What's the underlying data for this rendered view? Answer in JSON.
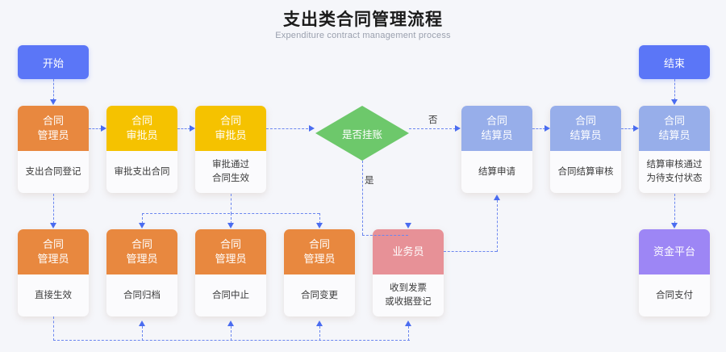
{
  "header": {
    "title": "支出类合同管理流程",
    "subtitle": "Expenditure contract management process"
  },
  "terminators": {
    "start": "开始",
    "end": "结束"
  },
  "edge_labels": {
    "no": "否",
    "yes": "是"
  },
  "decision": {
    "label": "是否挂账"
  },
  "colors": {
    "terminator": "#5b76f7",
    "orange": "#e8883f",
    "yellow": "#f5c200",
    "green": "#6dc86b",
    "blue": "#97aeea",
    "pink": "#e79197",
    "purple": "#9d86f5",
    "background": "#f5f6fa",
    "connector": "#6b86ef"
  },
  "nodes": {
    "row1": [
      {
        "role_line1": "合同",
        "role_line2": "管理员",
        "desc_line1": "支出合同登记",
        "desc_line2": ""
      },
      {
        "role_line1": "合同",
        "role_line2": "审批员",
        "desc_line1": "审批支出合同",
        "desc_line2": ""
      },
      {
        "role_line1": "合同",
        "role_line2": "审批员",
        "desc_line1": "审批通过",
        "desc_line2": "合同生效"
      },
      {
        "role_line1": "合同",
        "role_line2": "结算员",
        "desc_line1": "结算申请",
        "desc_line2": ""
      },
      {
        "role_line1": "合同",
        "role_line2": "结算员",
        "desc_line1": "合同结算审核",
        "desc_line2": ""
      },
      {
        "role_line1": "合同",
        "role_line2": "结算员",
        "desc_line1": "结算审核通过",
        "desc_line2": "为待支付状态"
      }
    ],
    "row2": [
      {
        "role_line1": "合同",
        "role_line2": "管理员",
        "desc_line1": "直接生效",
        "desc_line2": ""
      },
      {
        "role_line1": "合同",
        "role_line2": "管理员",
        "desc_line1": "合同归档",
        "desc_line2": ""
      },
      {
        "role_line1": "合同",
        "role_line2": "管理员",
        "desc_line1": "合同中止",
        "desc_line2": ""
      },
      {
        "role_line1": "合同",
        "role_line2": "管理员",
        "desc_line1": "合同变更",
        "desc_line2": ""
      },
      {
        "role_line1": "业务员",
        "role_line2": "",
        "desc_line1": "收到发票",
        "desc_line2": "或收据登记"
      },
      {
        "role_line1": "资金平台",
        "role_line2": "",
        "desc_line1": "合同支付",
        "desc_line2": ""
      }
    ]
  }
}
